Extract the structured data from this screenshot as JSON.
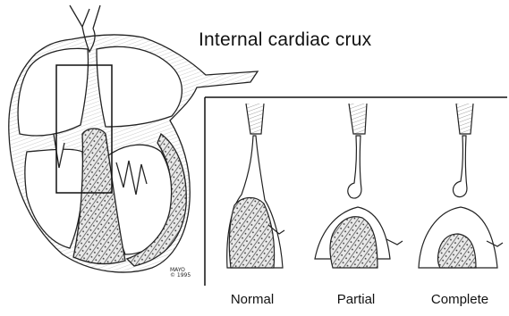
{
  "figure": {
    "title": "Internal cardiac crux",
    "copyright_text": "MAYO\n© 1995",
    "panels": [
      {
        "label": "Normal"
      },
      {
        "label": "Partial"
      },
      {
        "label": "Complete"
      }
    ]
  }
}
